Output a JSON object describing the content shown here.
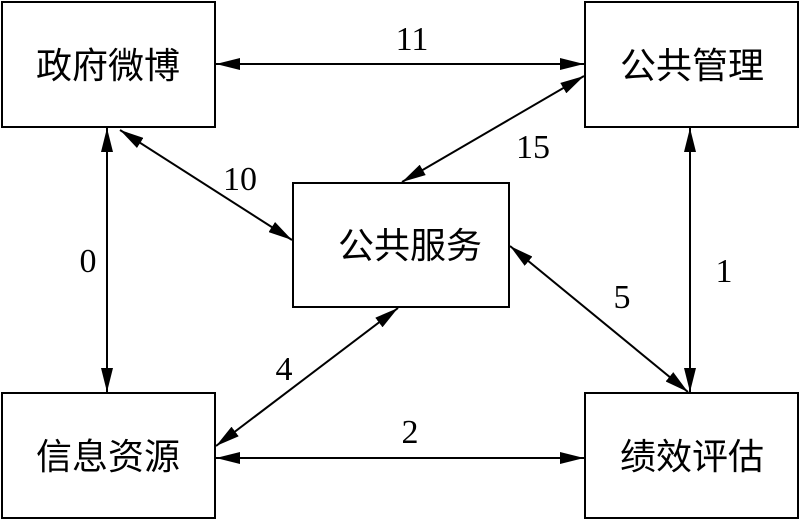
{
  "nodes": {
    "weibo": {
      "label": "政府微博"
    },
    "public_mgmt": {
      "label": "公共管理"
    },
    "public_service": {
      "label": "公共服务"
    },
    "info_resource": {
      "label": "信息资源"
    },
    "performance": {
      "label": "绩效评估"
    }
  },
  "edges": {
    "weibo_mgmt": {
      "label": "11"
    },
    "mgmt_service": {
      "label": "15"
    },
    "weibo_service": {
      "label": "10"
    },
    "weibo_info": {
      "label": "0"
    },
    "mgmt_perf": {
      "label": "1"
    },
    "service_perf": {
      "label": "5"
    },
    "info_service": {
      "label": "4"
    },
    "info_perf": {
      "label": "2"
    }
  },
  "colors": {
    "stroke": "#000000",
    "background": "#ffffff"
  }
}
